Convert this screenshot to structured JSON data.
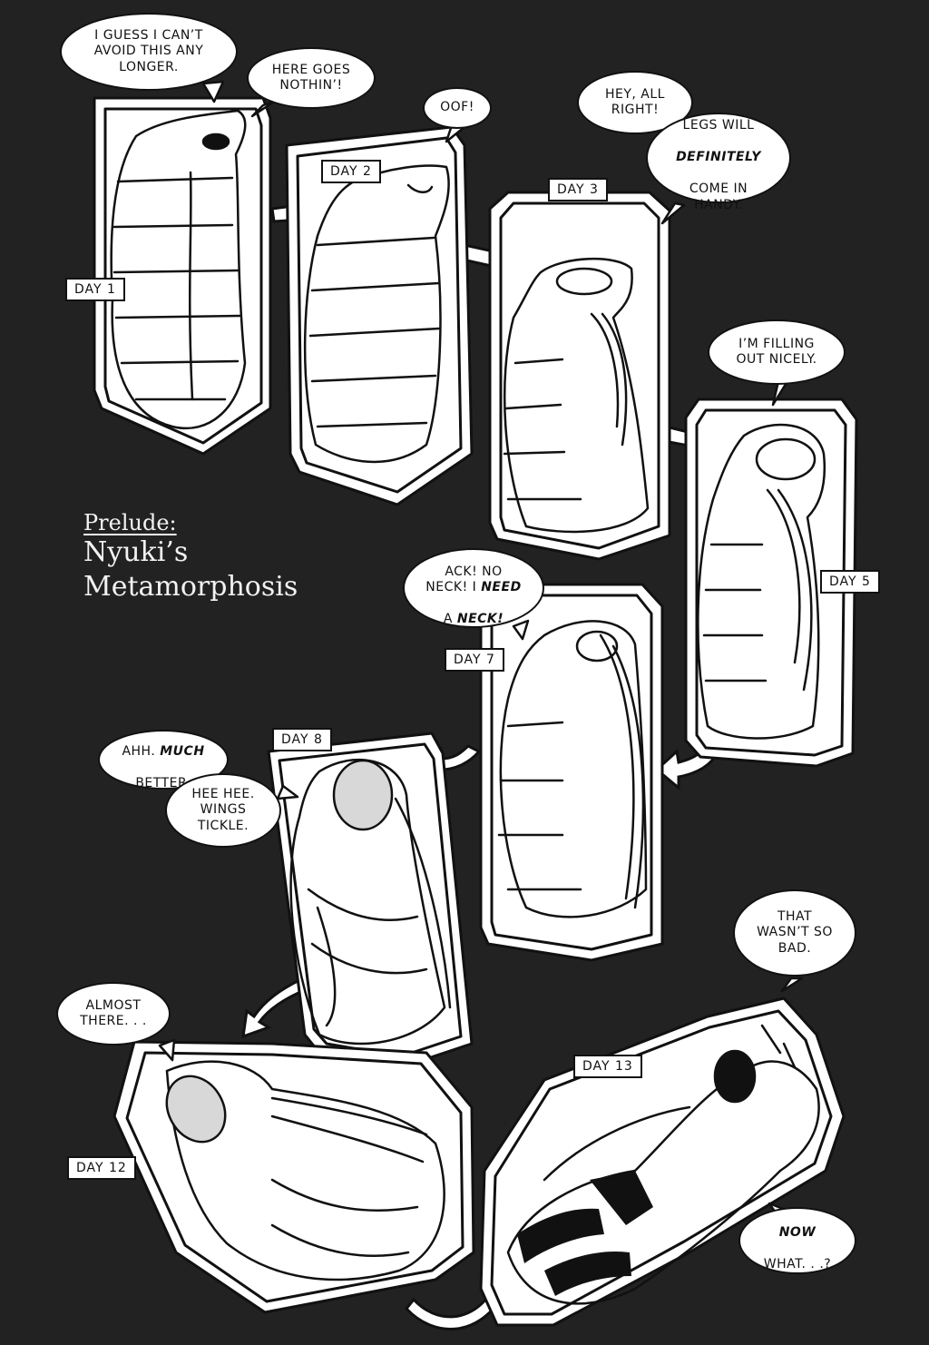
{
  "title": {
    "prelude": "Prelude:",
    "line1": "Nyuki’s",
    "line2": "Metamorphosis"
  },
  "days": {
    "d1": "DAY 1",
    "d2": "DAY 2",
    "d3": "DAY 3",
    "d5": "DAY 5",
    "d7": "DAY 7",
    "d8": "DAY 8",
    "d12": "DAY 12",
    "d13": "DAY 13"
  },
  "speech": {
    "s1": "I GUESS I CAN’T\nAVOID THIS ANY\nLONGER.",
    "s2": "HERE GOES\nNOTHIN’!",
    "s3": "OOF!",
    "s4": "HEY, ALL\nRIGHT!",
    "s5a": "LEGS WILL",
    "s5b": "DEFINITELY",
    "s5c": "COME IN\nHANDY.",
    "s6": "I’M FILLING\nOUT NICELY.",
    "s7a": "ACK! NO\nNECK! I ",
    "s7b": "NEED",
    "s7c": "A ",
    "s7d": "NECK!",
    "s8a": "AHH. ",
    "s8b": "MUCH",
    "s8c": "BETTER.",
    "s9": "HEE HEE.\nWINGS\nTICKLE.",
    "s10": "ALMOST\nTHERE. . .",
    "s11": "THAT\nWASN’T SO\nBAD.",
    "s12a": "NOW",
    "s12b": "WHAT. . .?"
  },
  "colors": {
    "background": "#222222",
    "panel": "#ffffff",
    "ink": "#111111",
    "title": "#f2f2f2"
  }
}
